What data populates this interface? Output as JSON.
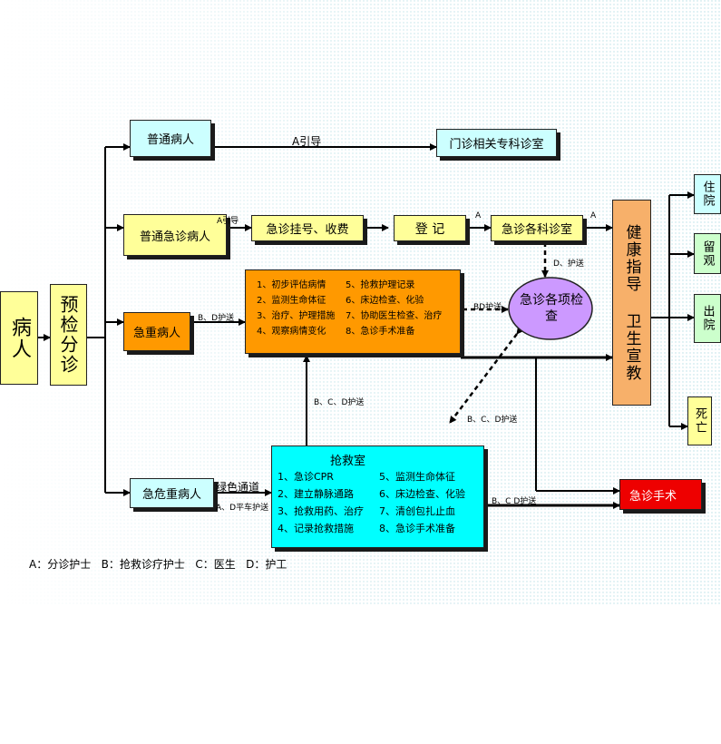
{
  "nodes": {
    "patient": "病人",
    "triage": "预检分诊",
    "ordinary": "普通病人",
    "outpatient": "门诊相关专科诊室",
    "ordinary_emergency": "普通急诊病人",
    "register_fee": "急诊挂号、收费",
    "register": "登 记",
    "emergency_dept": "急诊各科诊室",
    "critical": "急重病人",
    "exam": "急诊各项检查",
    "health_guidance": "健康指导 卫生宣教",
    "hospitalize": "住院",
    "observe": "留观",
    "discharge": "出院",
    "death": "死亡",
    "severe": "急危重病人",
    "rescue_room": "抢救室",
    "surgery": "急诊手术"
  },
  "critical_tasks": [
    "1、初步评估病情",
    "5、抢救护理记录",
    "2、监测生命体征",
    "6、床边检查、化验",
    "3、治疗、护理措施",
    "7、协助医生检查、治疗",
    "4、观察病情变化",
    "8、急诊手术准备"
  ],
  "rescue_tasks": [
    "1、急诊CPR",
    "5、监测生命体征",
    "2、建立静脉通路",
    "6、床边检查、化验",
    "3、抢救用药、治疗",
    "7、清创包扎止血",
    "4、记录抢救措施",
    "8、急诊手术准备"
  ],
  "edge_labels": {
    "a_guide": "A引导",
    "a_guide2": "A引导",
    "a1": "A",
    "a2": "A",
    "d_escort": "D、护送",
    "bd_escort": "B、D护送",
    "bd_escort2": "BD护送",
    "bcd_escort": "B、C、D护送",
    "bcd_escort2": "B、C、D护送",
    "green_channel": "绿色通道",
    "ad_cart": "A、D平车护送",
    "bcd_escort3": "B、C D护送"
  },
  "legend": "A：分诊护士   B：抢救诊疗护士   C：医生   D：护工",
  "colors": {
    "yellow": "#ffff99",
    "cyan": "#ccffff",
    "green": "#ccffcc",
    "orange": "#ff9900",
    "orange_light": "#f7b06a",
    "teal": "#00ffff",
    "purple": "#cc99ff",
    "red": "#ee0000"
  }
}
